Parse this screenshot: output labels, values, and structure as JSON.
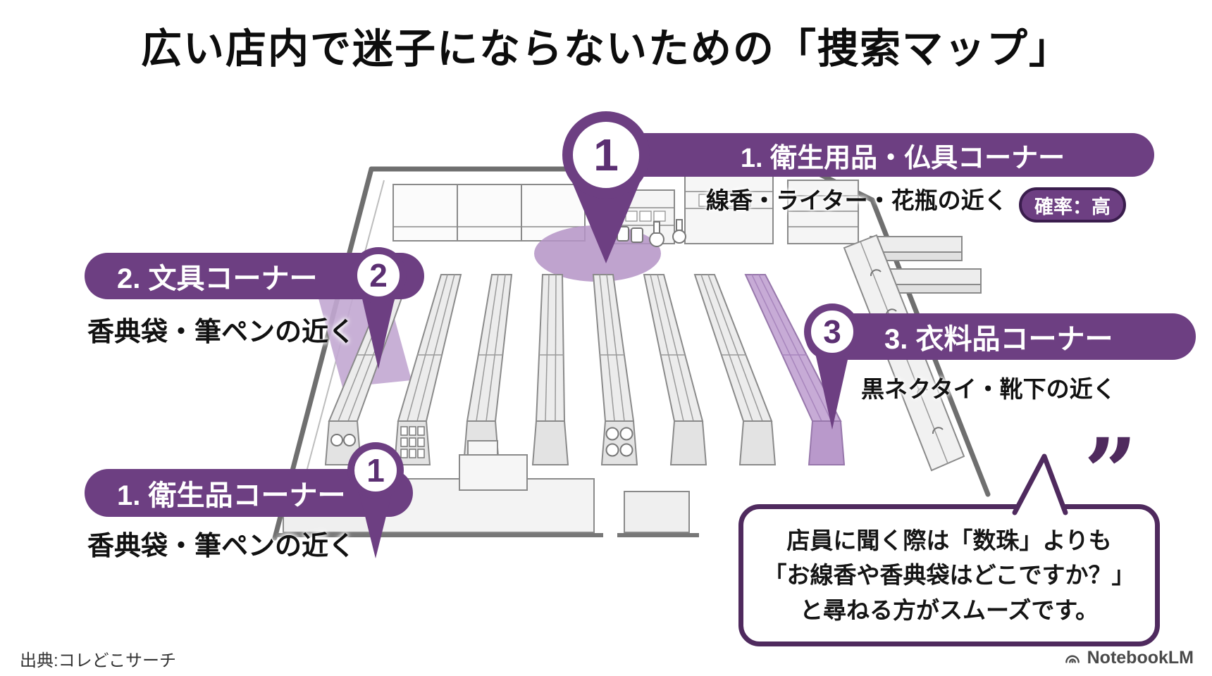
{
  "title": "広い店内で迷子にならないための「捜索マップ」",
  "map_labels": {
    "spot1": {
      "number": "1",
      "title": "1. 衛生用品・仏具コーナー",
      "subtitle": "線香・ライター・花瓶の近く",
      "badge": "確率：高"
    },
    "spot2": {
      "number": "2",
      "title": "2. 文具コーナー",
      "subtitle": "香典袋・筆ペンの近く"
    },
    "spot3": {
      "number": "3",
      "title": "3. 衣料品コーナー",
      "subtitle": "黒ネクタイ・靴下の近く"
    },
    "spot1_floor": {
      "number": "1",
      "title": "1. 衛生品コーナー",
      "subtitle": "香典袋・筆ペンの近く"
    }
  },
  "speech_bubble": {
    "quote_mark": "”",
    "lines": [
      "店員に聞く際は「数珠」よりも",
      "「お線香や香典袋はどこですか？」",
      "と尋ねる方がスムーズです。"
    ]
  },
  "footer": {
    "source": "出典:コレどこサーチ",
    "brand": "NotebookLM"
  },
  "colors": {
    "purple": "#6d3f82",
    "purple_deep": "#4f2a5e",
    "purple_number": "#5b2f72",
    "highlight": "#c2a7d2",
    "outline_gray": "#8a8a8a"
  }
}
